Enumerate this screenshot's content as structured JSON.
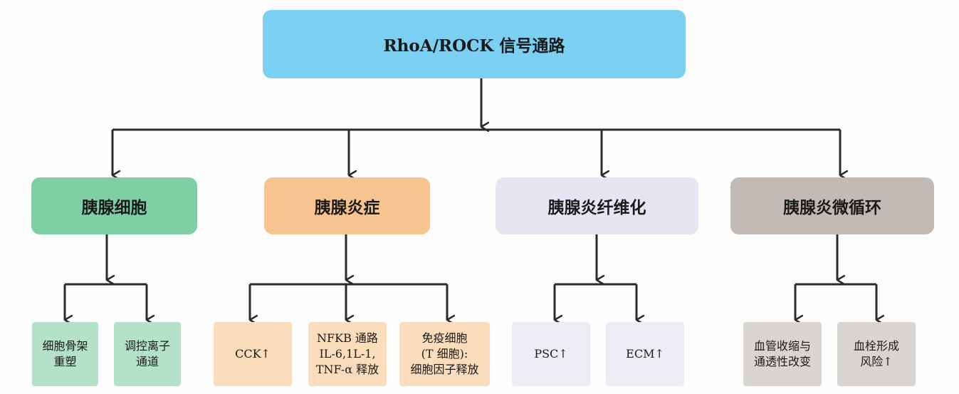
{
  "root": {
    "label": "RhoA/ROCK 信号通路",
    "color": "#7bcff2"
  },
  "categories": [
    {
      "label": "胰腺细胞",
      "color": "#7ecfa6",
      "leaf_color": "#b3e2c8",
      "children": [
        {
          "label": "细胞骨架\n重塑"
        },
        {
          "label": "调控离子\n通道"
        }
      ]
    },
    {
      "label": "胰腺炎症",
      "color": "#f7c48f",
      "leaf_color": "#fbdcbb",
      "children": [
        {
          "label": "CCK↑"
        },
        {
          "label": "NFKB 通路\nIL-6,1L-1,\nTNF-α 释放"
        },
        {
          "label": "免疫细胞\n(T 细胞):\n细胞因子释放"
        }
      ]
    },
    {
      "label": "胰腺炎纤维化",
      "color": "#e6e6f2",
      "leaf_color": "#ededf6",
      "children": [
        {
          "label": "PSC↑"
        },
        {
          "label": "ECM↑"
        }
      ]
    },
    {
      "label": "胰腺炎微循环",
      "color": "#c1bab5",
      "leaf_color": "#d9d5d1",
      "children": [
        {
          "label": "血管收缩与\n通透性改变"
        },
        {
          "label": "血栓形成\n风险↑"
        }
      ]
    }
  ],
  "connector_color": "#2b2b2b"
}
